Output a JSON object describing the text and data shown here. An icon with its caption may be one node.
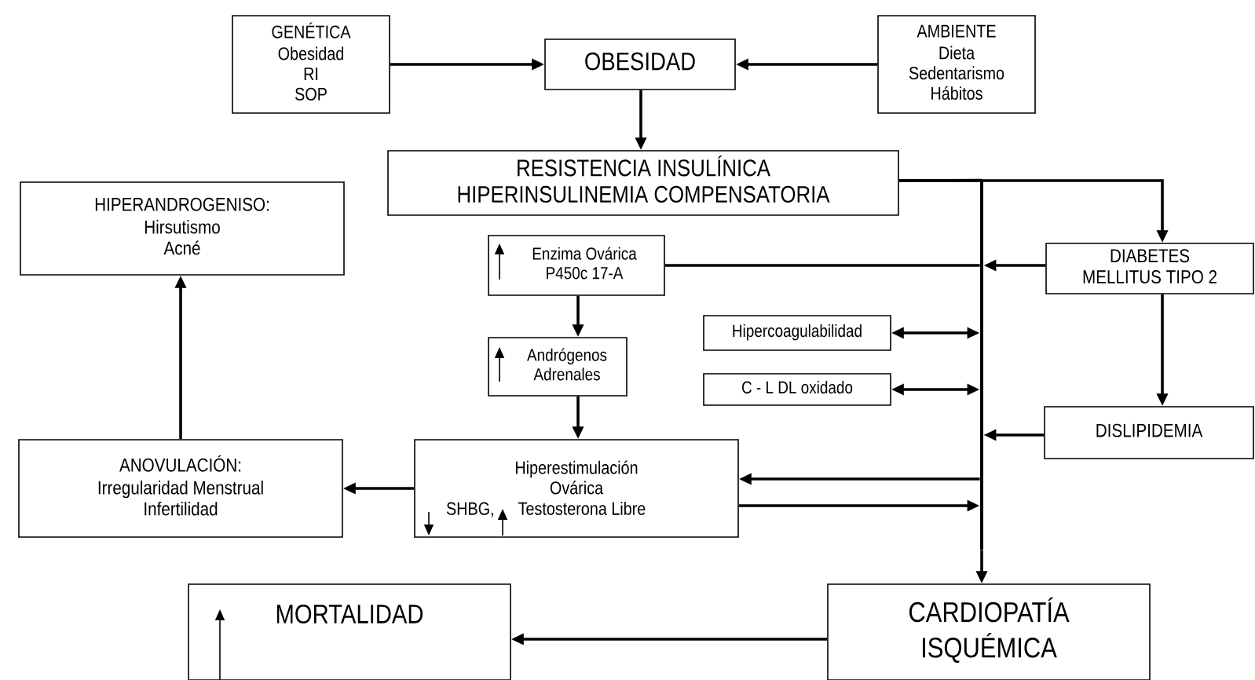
{
  "diagram": {
    "nodes": [
      {
        "text": [
          "GENÉTICA",
          "Obesidad RI SOP"
        ]
      },
      {
        "text": [
          "OBESIDAD"
        ]
      },
      {
        "text": [
          "AMBIENTE",
          "Dieta Sedentarismo Hábitos"
        ]
      },
      {
        "text": [
          "RESISTENCIA INSULÍNICA HIPERINSULINEMIA COMPENSATORIA"
        ]
      },
      {
        "text": [
          "Enzima Ovárica P450c 17-A"
        ]
      },
      {
        "text": [
          "DIABETES MELLITUS TIPO 2"
        ]
      },
      {
        "text": [
          "HIPERANDROGENISO:",
          "Hirsutismo Acné"
        ]
      },
      {
        "text": [
          "Hipercoagulabilidad"
        ]
      },
      {
        "text": [
          "Andrógenos Adrenales"
        ]
      },
      {
        "text": [
          "C - L DL oxidado"
        ]
      },
      {
        "text": [
          "DISLIPIDEMIA"
        ]
      },
      {
        "text": [
          "ANOVULACIÓN:",
          "Irregularidad Menstrual Infertilidad"
        ]
      },
      {
        "text": [
          "Hiperestimulación Ovárica",
          "SHBG,",
          "Testosterona Libre"
        ]
      },
      {
        "text": [],
        "shape": "bar"
      },
      {
        "text": [
          "MORTALIDAD"
        ]
      },
      {
        "text": [
          "CARDIOPATÍA ISQUÉMICA"
        ]
      }
    ],
    "edges": [
      {
        "from": 0,
        "to": 1,
        "arrow": "to"
      },
      {
        "from": 2,
        "to": 1,
        "arrow": "to"
      },
      {
        "from": 1,
        "to": 3,
        "arrow": "to"
      },
      {
        "from": 3,
        "to": 13,
        "arrow": "none"
      },
      {
        "from": 3,
        "to": 5,
        "arrow": "to"
      },
      {
        "from": 4,
        "to": 13,
        "arrow": "none"
      },
      {
        "from": 5,
        "to": 13,
        "arrow": "to"
      },
      {
        "from": 7,
        "to": 13,
        "arrow": "both"
      },
      {
        "from": 9,
        "to": 13,
        "arrow": "both"
      },
      {
        "from": 5,
        "to": 10,
        "arrow": "to"
      },
      {
        "from": 10,
        "to": 13,
        "arrow": "to"
      },
      {
        "from": 13,
        "to": 12,
        "arrow": "to"
      },
      {
        "from": 12,
        "to": 13,
        "arrow": "to"
      },
      {
        "from": 13,
        "to": 15,
        "arrow": "to"
      },
      {
        "from": 4,
        "to": 8,
        "arrow": "to"
      },
      {
        "from": 8,
        "to": 12,
        "arrow": "to"
      },
      {
        "from": 12,
        "to": 11,
        "arrow": "to"
      },
      {
        "from": 11,
        "to": 6,
        "arrow": "to"
      },
      {
        "from": 15,
        "to": 14,
        "arrow": "to"
      }
    ]
  }
}
